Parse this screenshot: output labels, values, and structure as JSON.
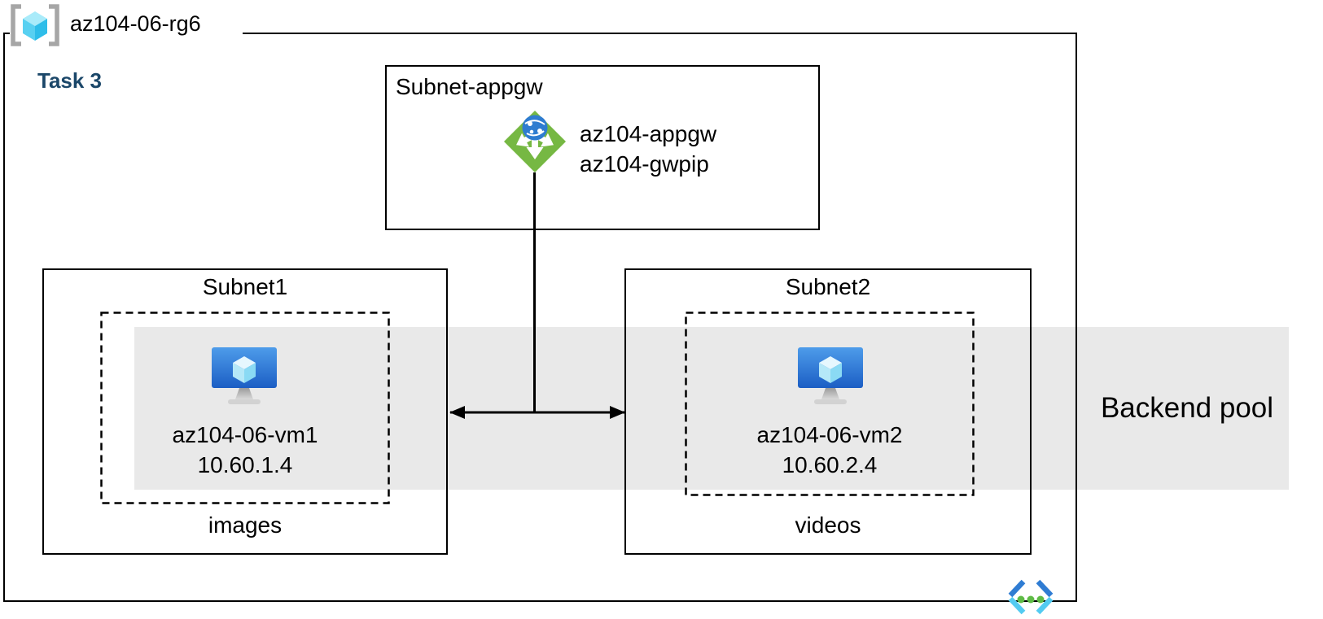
{
  "resource_group": {
    "name": "az104-06-rg6",
    "icon": "resource-group-icon"
  },
  "task_label": "Task 3",
  "appgw_subnet": {
    "title": "Subnet-appgw",
    "icon": "application-gateway-icon",
    "gateway_name": "az104-appgw",
    "public_ip_name": "az104-gwpip"
  },
  "subnet1": {
    "title": "Subnet1",
    "icon": "virtual-machine-icon",
    "vm_name": "az104-06-vm1",
    "vm_ip": "10.60.1.4",
    "container_label": "images"
  },
  "subnet2": {
    "title": "Subnet2",
    "icon": "virtual-machine-icon",
    "vm_name": "az104-06-vm2",
    "vm_ip": "10.60.2.4",
    "container_label": "videos"
  },
  "backend_pool": {
    "label": "Backend pool"
  },
  "virtual_network": {
    "icon": "virtual-network-icon"
  },
  "colors": {
    "task_label": "#1B4769",
    "appgw_green": "#76B843",
    "globe_blue": "#2E7CD0",
    "vm_blue_top": "#4E9CEA",
    "vm_blue_bottom": "#1C5EC4",
    "cube_cyan": "#58D0F1",
    "backend_band_gray": "#E9E9E9",
    "vnet_dark_blue": "#2F7CD3",
    "vnet_cyan": "#53CBF1",
    "vnet_dot_green": "#5FBB46",
    "line_black": "#000000"
  }
}
